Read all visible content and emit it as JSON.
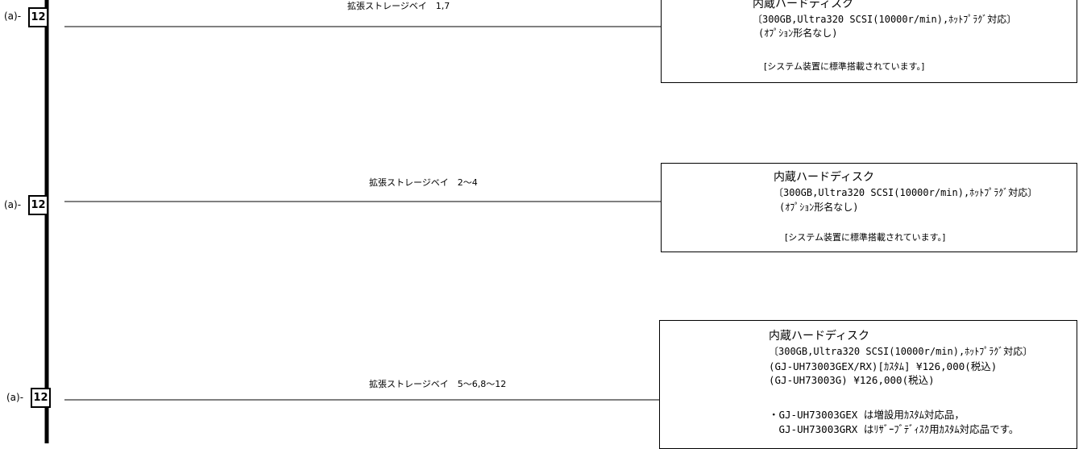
{
  "rows": [
    {
      "a_label": "(a)-",
      "badge": "12",
      "bay_label": "拡張ストレージベイ　1,7",
      "title": "内蔵ハードディスク",
      "lines": [
        "〔300GB,Ultra320 SCSI(10000r/min),ﾎｯﾄﾌﾟﾗｸﾞ対応〕",
        "(ｵﾌﾟｼｮﾝ形名なし)"
      ],
      "note": "[システム装置に標準搭載されています。]"
    },
    {
      "a_label": "(a)-",
      "badge": "12",
      "bay_label": "拡張ストレージベイ　2～4",
      "title": "内蔵ハードディスク",
      "lines": [
        "〔300GB,Ultra320 SCSI(10000r/min),ﾎｯﾄﾌﾟﾗｸﾞ対応〕",
        "(ｵﾌﾟｼｮﾝ形名なし)"
      ],
      "note": "[システム装置に標準搭載されています。]"
    },
    {
      "a_label": "(a)-",
      "badge": "12",
      "bay_label": "拡張ストレージベイ　5～6,8～12",
      "title": "内蔵ハードディスク",
      "lines": [
        "〔300GB,Ultra320 SCSI(10000r/min),ﾎｯﾄﾌﾟﾗｸﾞ対応〕",
        "(GJ-UH73003GEX/RX)[ｶｽﾀﾑ] ¥126,000(税込)",
        "(GJ-UH73003G) ¥126,000(税込)"
      ],
      "notes": [
        "・GJ-UH73003GEX は増設用ｶｽﾀﾑ対応品，",
        "　GJ-UH73003GRX はﾘｻﾞｰﾌﾞﾃﾞｨｽｸ用ｶｽﾀﾑ対応品です。"
      ]
    }
  ],
  "icons": [
    "hard-disk-icon"
  ]
}
